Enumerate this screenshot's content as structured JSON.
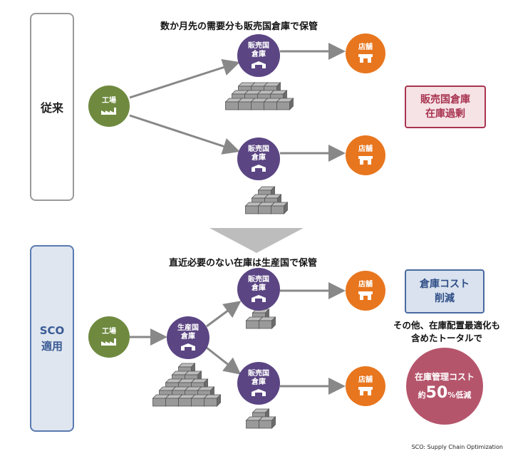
{
  "rows": {
    "traditional": "従来",
    "sco": "SCO\n適用"
  },
  "headings": {
    "traditional": "数か月先の需要分も販売国倉庫で保管",
    "sco": "直近必要のない在庫は生産国で保管"
  },
  "nodes": {
    "factory": "工場",
    "sales_warehouse": "販売国\n倉庫",
    "production_warehouse": "生産国\n倉庫",
    "store": "店舗"
  },
  "tags": {
    "excess": "販売国倉庫\n在庫過剰",
    "cost_reduction": "倉庫コスト\n削減"
  },
  "note": "その他、在庫配置最適化も\n含めたトータルで",
  "result": {
    "line1": "在庫管理コスト",
    "prefix": "約",
    "pct": "50",
    "suffix": "%低減"
  },
  "footer": "SCO: Supply Chain Optimization",
  "icons": [
    "factory-icon",
    "warehouse-icon",
    "storefront-icon",
    "inventory-boxes-icon",
    "down-arrow-icon"
  ],
  "colors": {
    "factory": "#6f8a3f",
    "warehouse": "#5b4583",
    "store": "#e8761e",
    "excess": "#a83450",
    "reduction": "#4a6aa0",
    "result": "#b5556c"
  }
}
